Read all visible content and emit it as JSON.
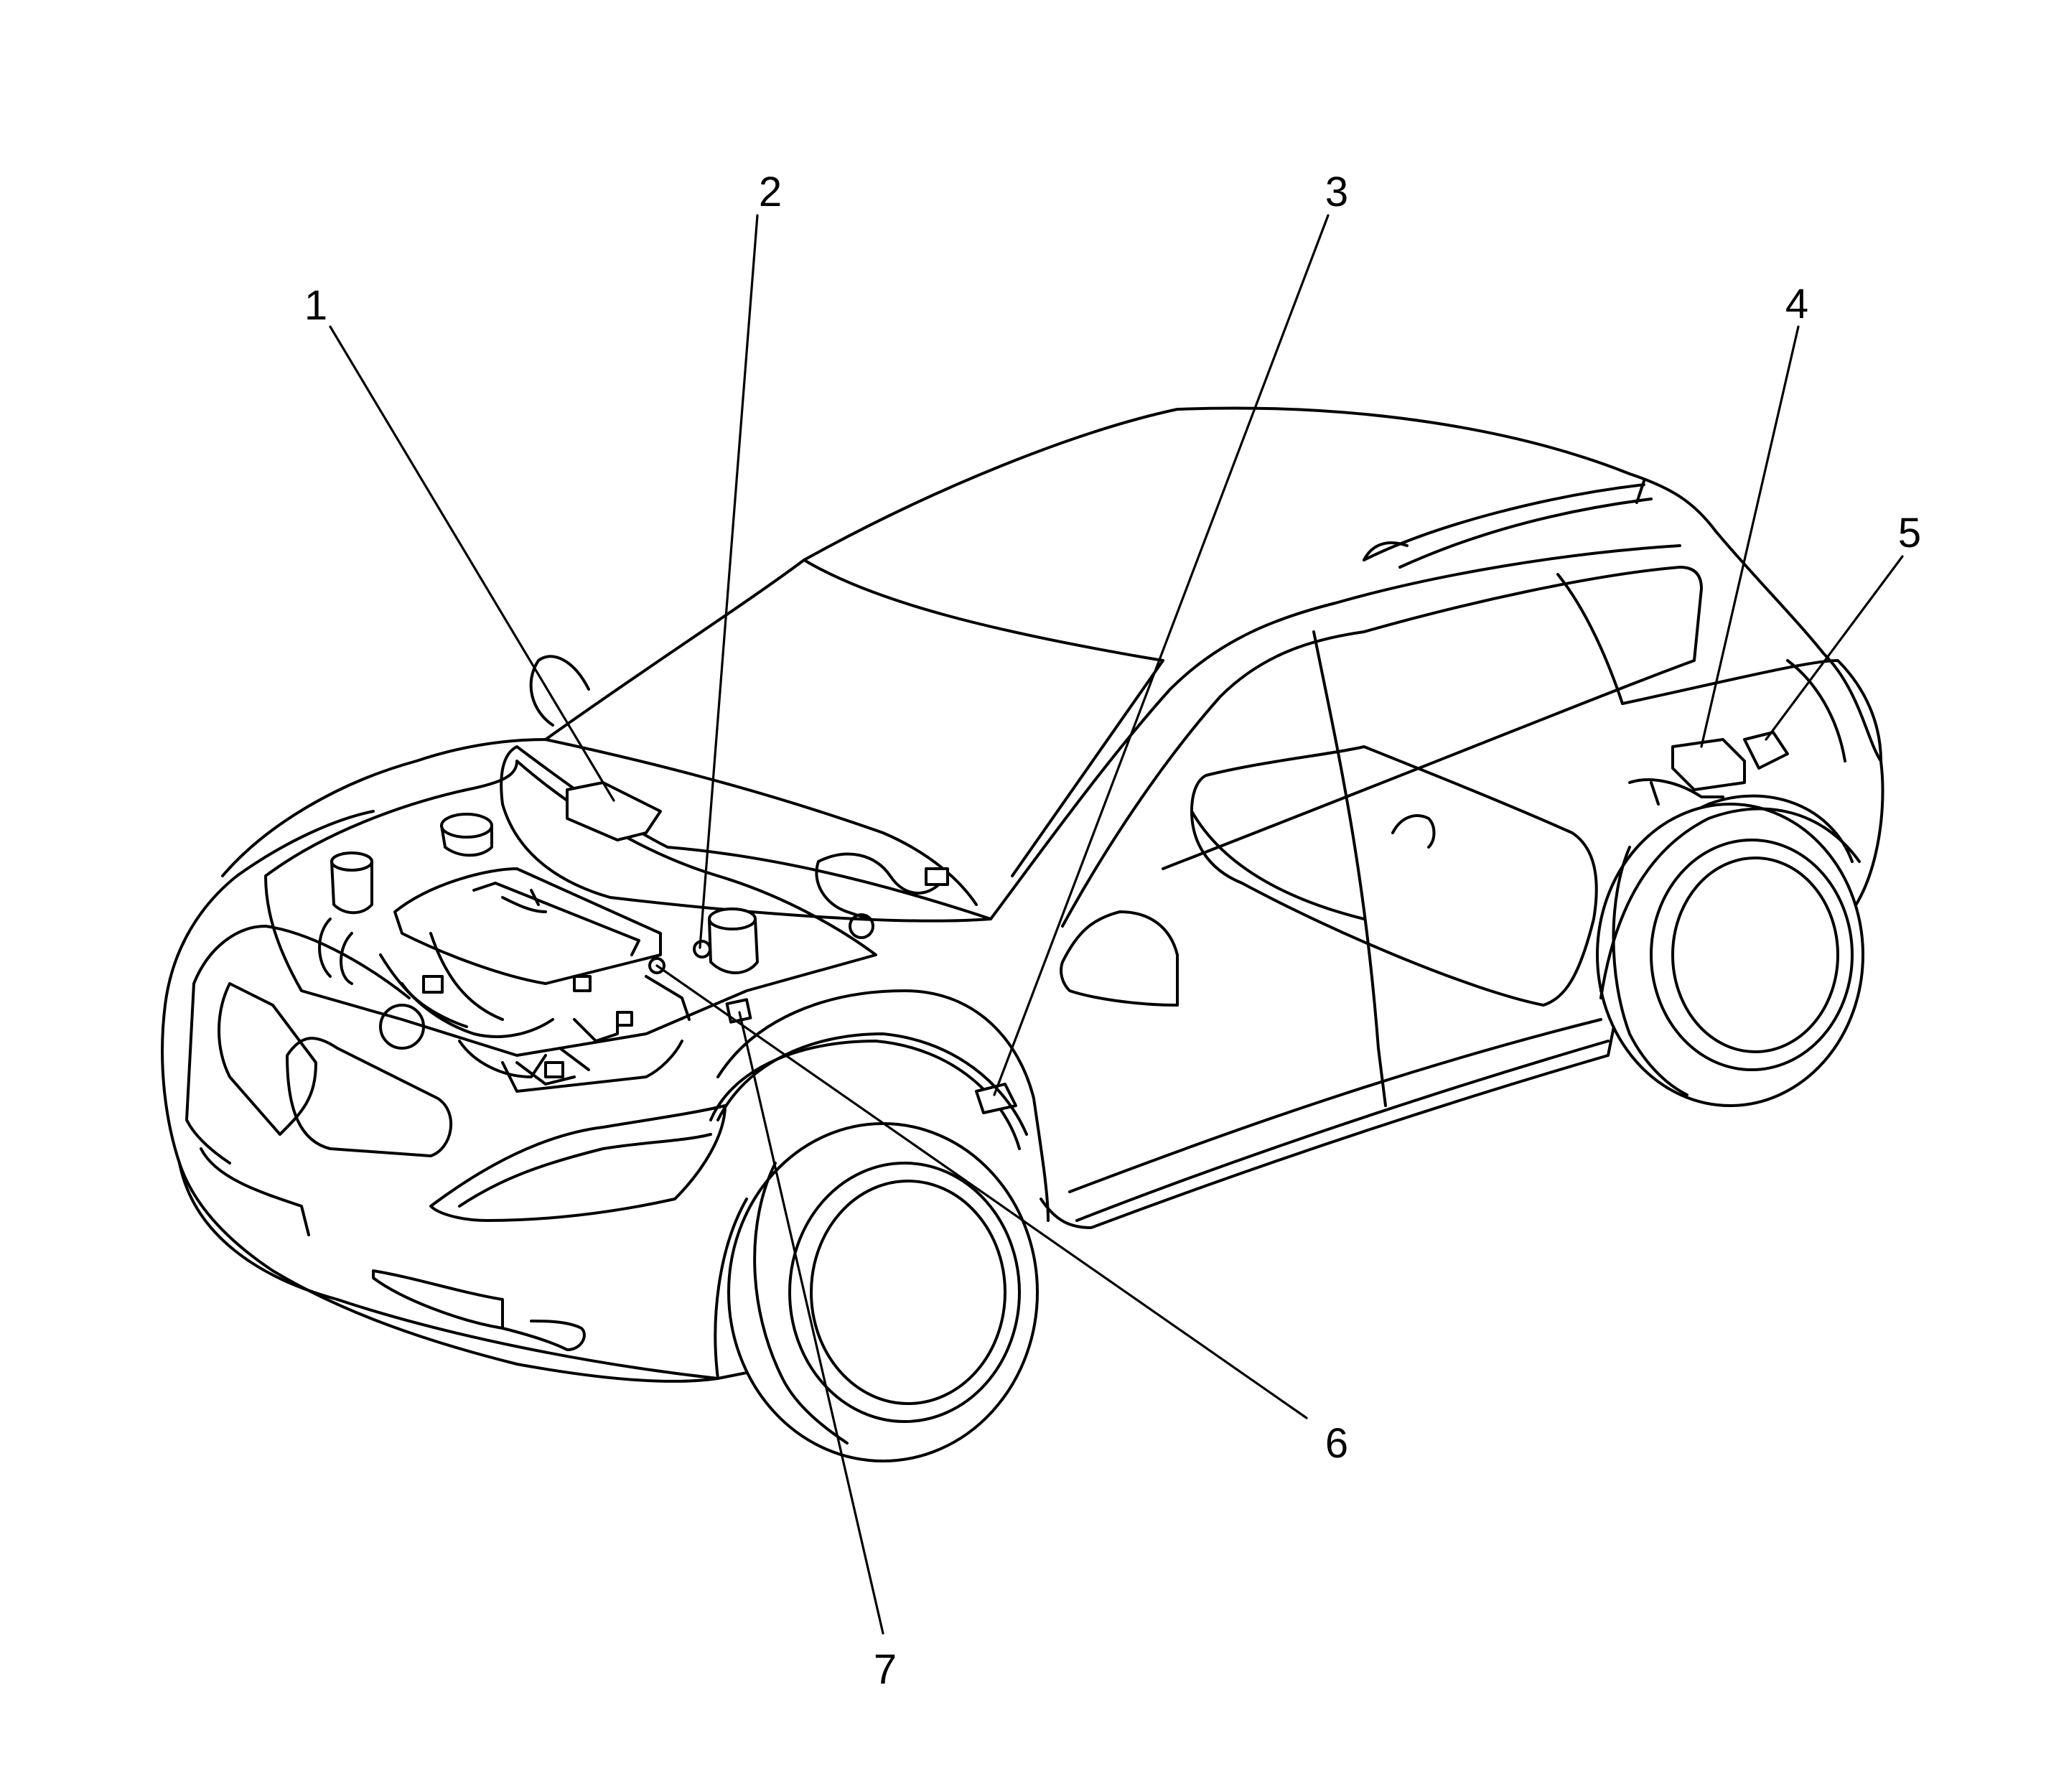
{
  "figure": {
    "background": "#ffffff",
    "line_color": "#000000"
  },
  "callouts": [
    {
      "id": "1",
      "label": "1"
    },
    {
      "id": "2",
      "label": "2"
    },
    {
      "id": "3",
      "label": "3"
    },
    {
      "id": "4",
      "label": "4"
    },
    {
      "id": "5",
      "label": "5"
    },
    {
      "id": "6",
      "label": "6"
    },
    {
      "id": "7",
      "label": "7"
    }
  ]
}
